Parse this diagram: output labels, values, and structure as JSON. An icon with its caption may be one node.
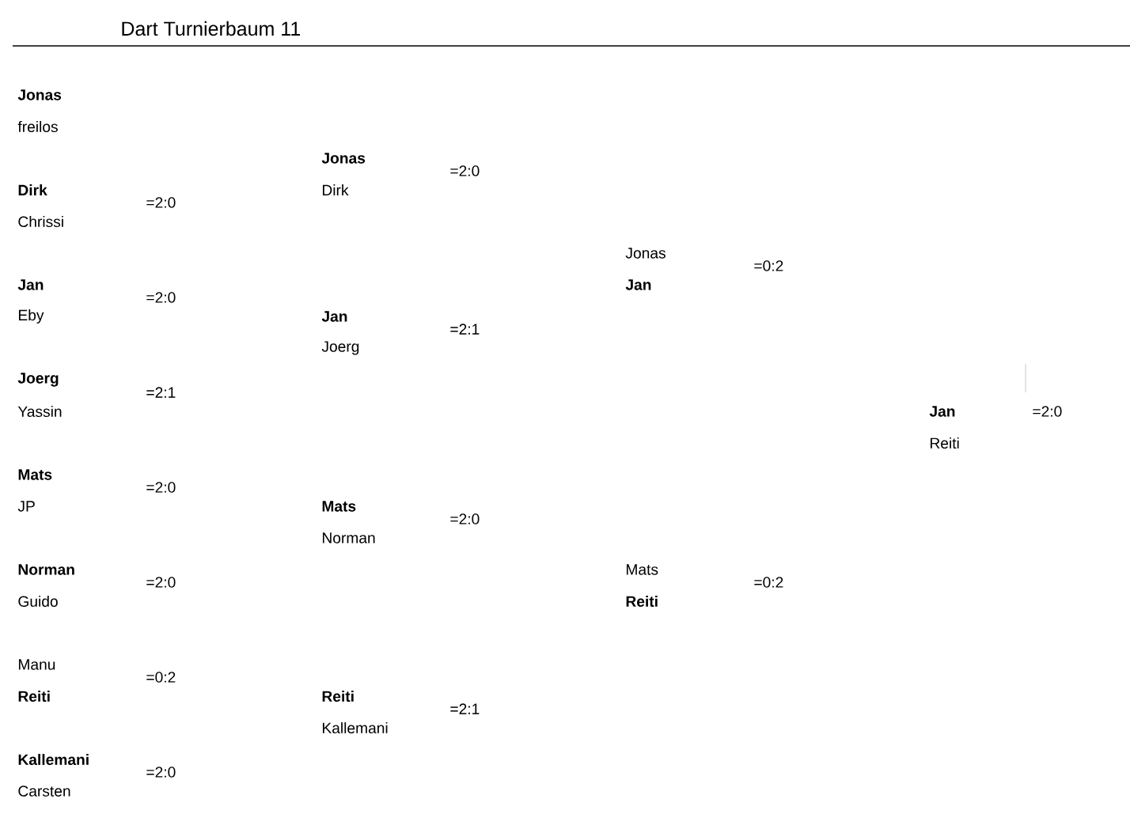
{
  "diagram": {
    "title": "Dart Turnierbaum 11",
    "labels": [
      "Jonas",
      "freilos",
      "Dirk",
      "Chrissi",
      "=2:0",
      "Jan",
      "Eby",
      "=2:0",
      "Joerg",
      "Yassin",
      "=2:1",
      "Mats",
      "JP",
      "=2:0",
      "Norman",
      "Guido",
      "=2:0",
      "Manu",
      "Reiti",
      "=0:2",
      "Kallemani",
      "Carsten",
      "=2:0",
      "Jonas",
      "Dirk",
      "=2:0",
      "Jan",
      "Joerg",
      "=2:1",
      "Mats",
      "Norman",
      "=2:0",
      "Reiti",
      "Kallemani",
      "=2:1",
      "Jonas",
      "Jan",
      "=0:2",
      "Mats",
      "Reiti",
      "=0:2",
      "Jan",
      "Reiti",
      "=2:0"
    ]
  }
}
